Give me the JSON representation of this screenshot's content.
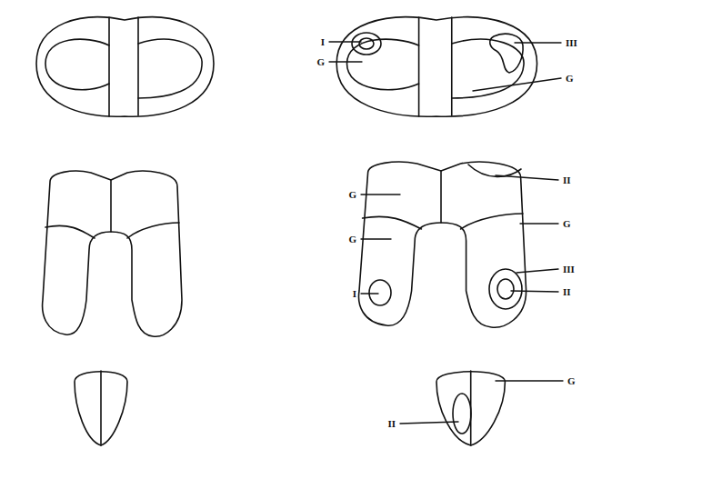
{
  "diagram": {
    "labels": [
      "I",
      "G",
      "III",
      "G",
      "G",
      "G",
      "I",
      "II",
      "G",
      "III",
      "II",
      "II",
      "G"
    ]
  }
}
